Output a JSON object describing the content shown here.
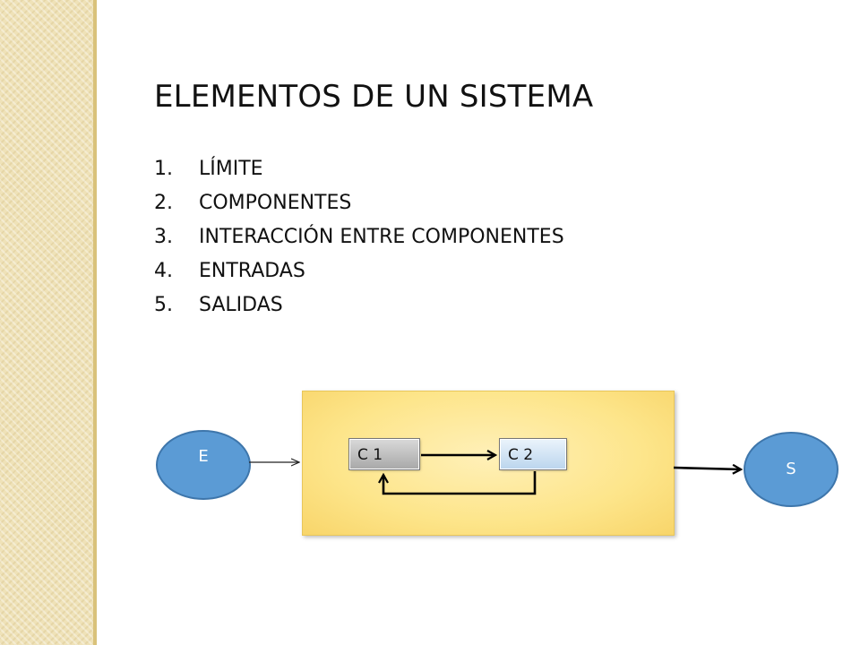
{
  "slide": {
    "title": "ELEMENTOS DE UN SISTEMA",
    "items": [
      {
        "num": "1.",
        "label": "LÍMITE"
      },
      {
        "num": "2.",
        "label": "COMPONENTES"
      },
      {
        "num": "3.",
        "label": "INTERACCIÓN ENTRE COMPONENTES"
      },
      {
        "num": "4.",
        "label": "ENTRADAS"
      },
      {
        "num": "5.",
        "label": "SALIDAS"
      }
    ]
  },
  "diagram": {
    "input_label": "E",
    "output_label": "S",
    "component_1_label": "C 1",
    "component_2_label": "C 2"
  }
}
